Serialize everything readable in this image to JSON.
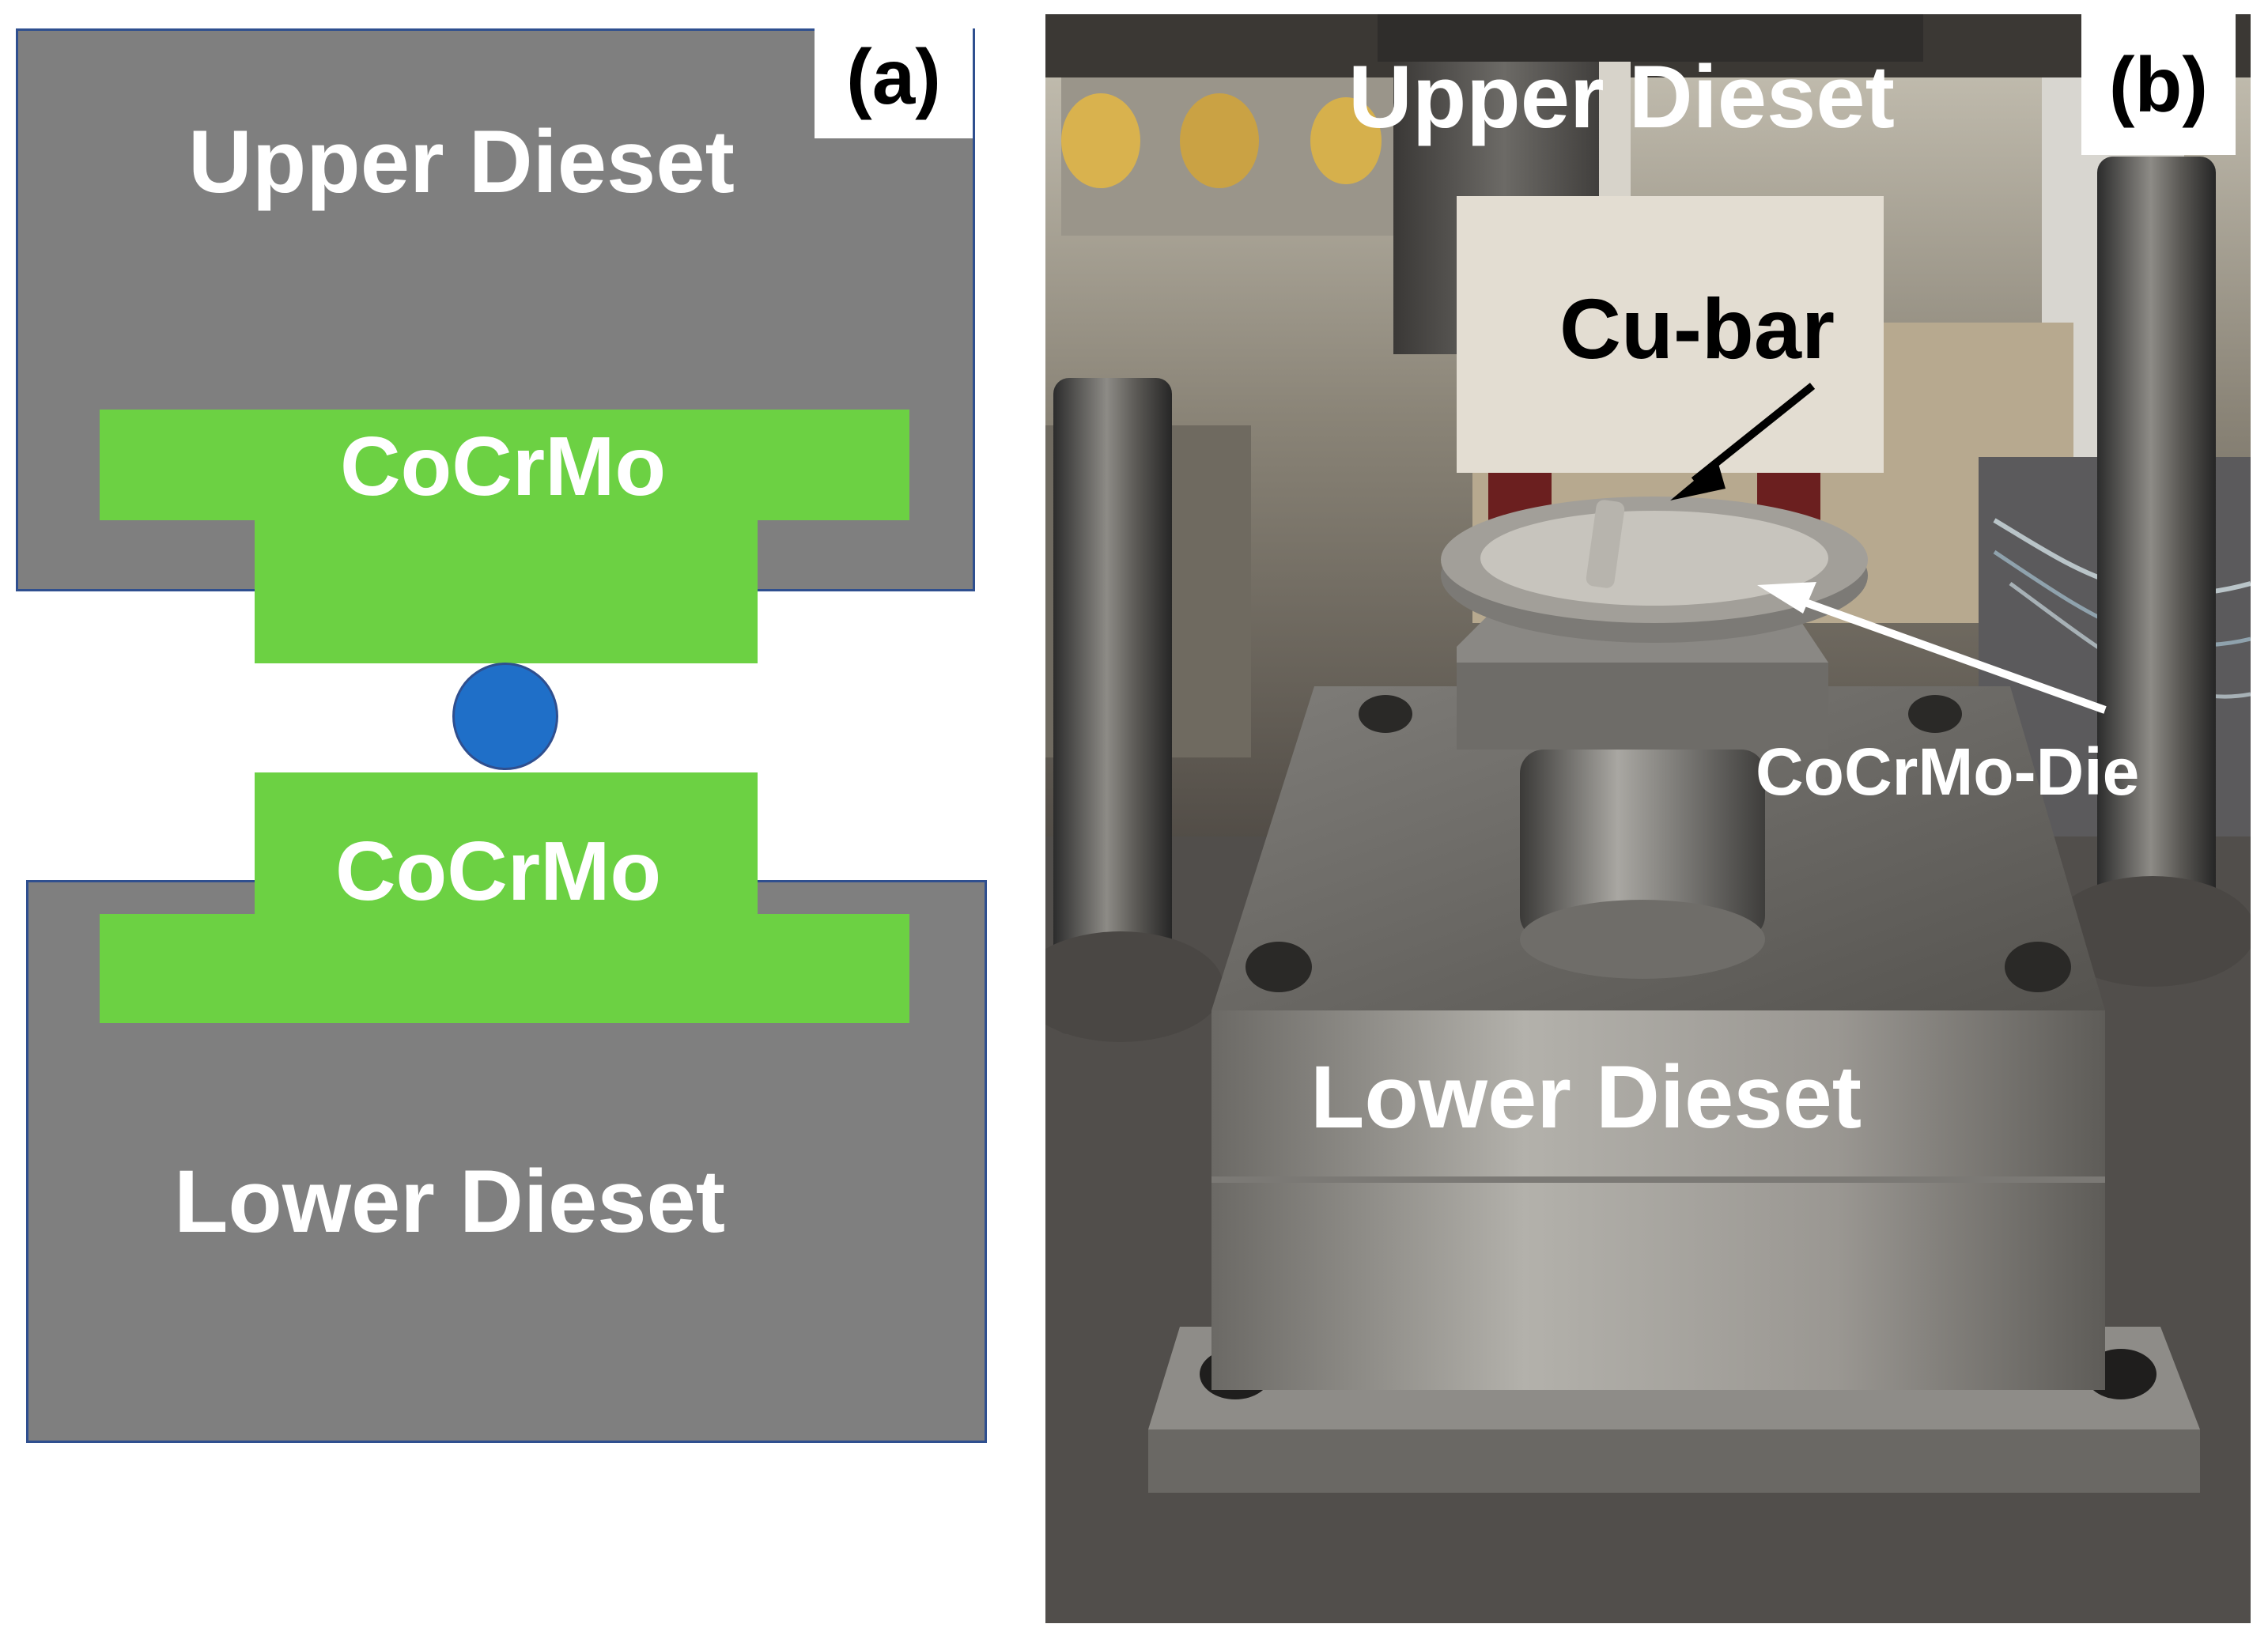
{
  "figure": {
    "panel_a": {
      "tag": "(a)",
      "upper_label": "Upper Dieset",
      "lower_label": "Lower Dieset",
      "upper_die_label": "CoCrMo",
      "lower_die_label": "CoCrMo",
      "colors": {
        "dieset": "#7f7f7f",
        "die": "#6cd143",
        "ball": "#1f6fc8",
        "outline": "#2f4f8f"
      }
    },
    "panel_b": {
      "tag": "(b)",
      "upper_label": "Upper Dieset",
      "lower_label": "Lower Dieset",
      "cu_bar_label": "Cu-bar",
      "die_label": "CoCrMo-Die"
    }
  }
}
